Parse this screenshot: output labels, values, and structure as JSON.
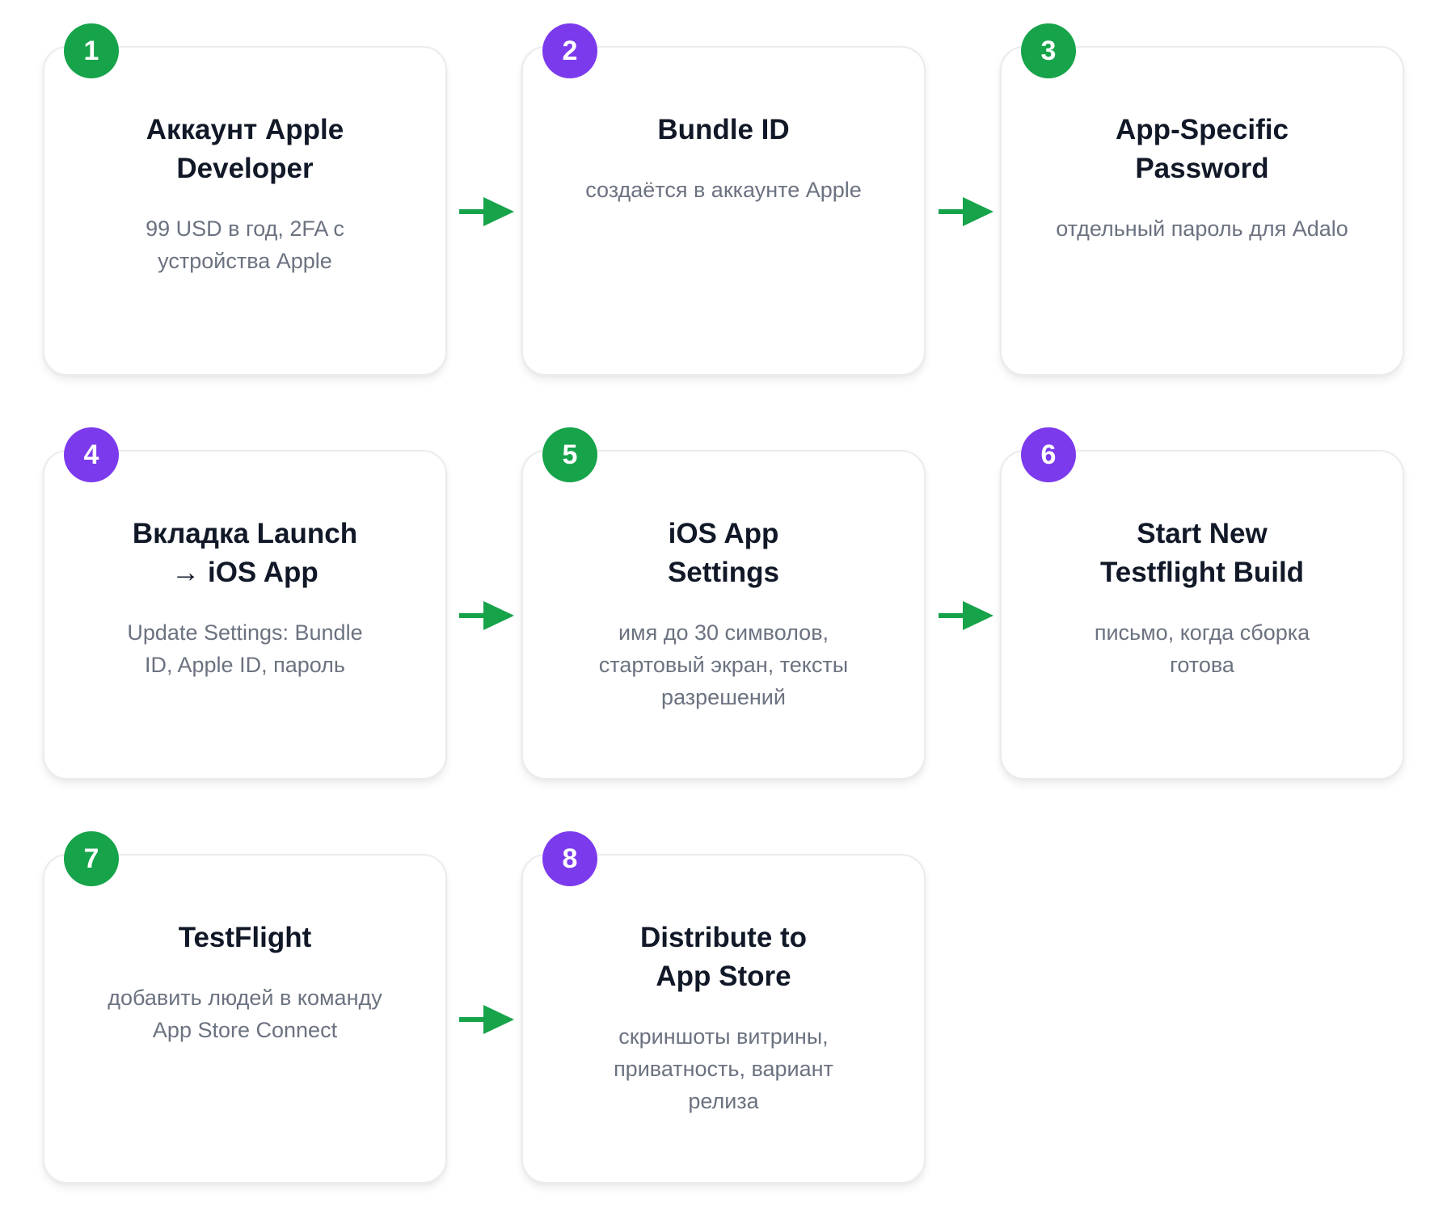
{
  "colors": {
    "green": "#16a34a",
    "purple": "#7c3aed",
    "arrow": "#16a34a"
  },
  "steps": [
    {
      "number": "1",
      "title": "Аккаунт Apple Developer",
      "title_lines": [
        "Аккаунт Apple",
        "Developer"
      ],
      "description": "99 USD в год, 2FA с устройства Apple",
      "desc_lines": [
        "99 USD в год, 2FA с",
        "устройства Apple"
      ],
      "badge_color": "green"
    },
    {
      "number": "2",
      "title": "Bundle ID",
      "title_lines": [
        "Bundle ID"
      ],
      "description": "создаётся в аккаунте Apple",
      "desc_lines": [
        "создаётся в аккаунте Apple"
      ],
      "badge_color": "purple"
    },
    {
      "number": "3",
      "title": "App-Specific Password",
      "title_lines": [
        "App-Specific",
        "Password"
      ],
      "description": "отдельный пароль для Adalo",
      "desc_lines": [
        "отдельный пароль для Adalo"
      ],
      "badge_color": "green"
    },
    {
      "number": "4",
      "title": "Вкладка Launch → iOS App",
      "title_lines": [
        "Вкладка Launch",
        "→ iOS App"
      ],
      "description": "Update Settings: Bundle ID, Apple ID, пароль",
      "desc_lines": [
        "Update Settings: Bundle",
        "ID, Apple ID, пароль"
      ],
      "badge_color": "purple"
    },
    {
      "number": "5",
      "title": "iOS App Settings",
      "title_lines": [
        "iOS App",
        "Settings"
      ],
      "description": "имя до 30 символов, стартовый экран, тексты разрешений",
      "desc_lines": [
        "имя до 30 символов,",
        "стартовый экран, тексты",
        "разрешений"
      ],
      "badge_color": "green"
    },
    {
      "number": "6",
      "title": "Start New Testflight Build",
      "title_lines": [
        "Start New",
        "Testflight Build"
      ],
      "description": "письмо, когда сборка готова",
      "desc_lines": [
        "письмо, когда сборка",
        "готова"
      ],
      "badge_color": "purple"
    },
    {
      "number": "7",
      "title": "TestFlight",
      "title_lines": [
        "TestFlight"
      ],
      "description": "добавить людей в команду App Store Connect",
      "desc_lines": [
        "добавить людей в команду",
        "App Store Connect"
      ],
      "badge_color": "green"
    },
    {
      "number": "8",
      "title": "Distribute to App Store",
      "title_lines": [
        "Distribute to",
        "App Store"
      ],
      "description": "скриншоты витрины, приватность, вариант релиза",
      "desc_lines": [
        "скриншоты витрины,",
        "приватность, вариант",
        "релиза"
      ],
      "badge_color": "purple"
    }
  ],
  "connections": [
    {
      "from": "1",
      "to": "2"
    },
    {
      "from": "2",
      "to": "3"
    },
    {
      "from": "4",
      "to": "5"
    },
    {
      "from": "5",
      "to": "6"
    },
    {
      "from": "7",
      "to": "8"
    }
  ]
}
